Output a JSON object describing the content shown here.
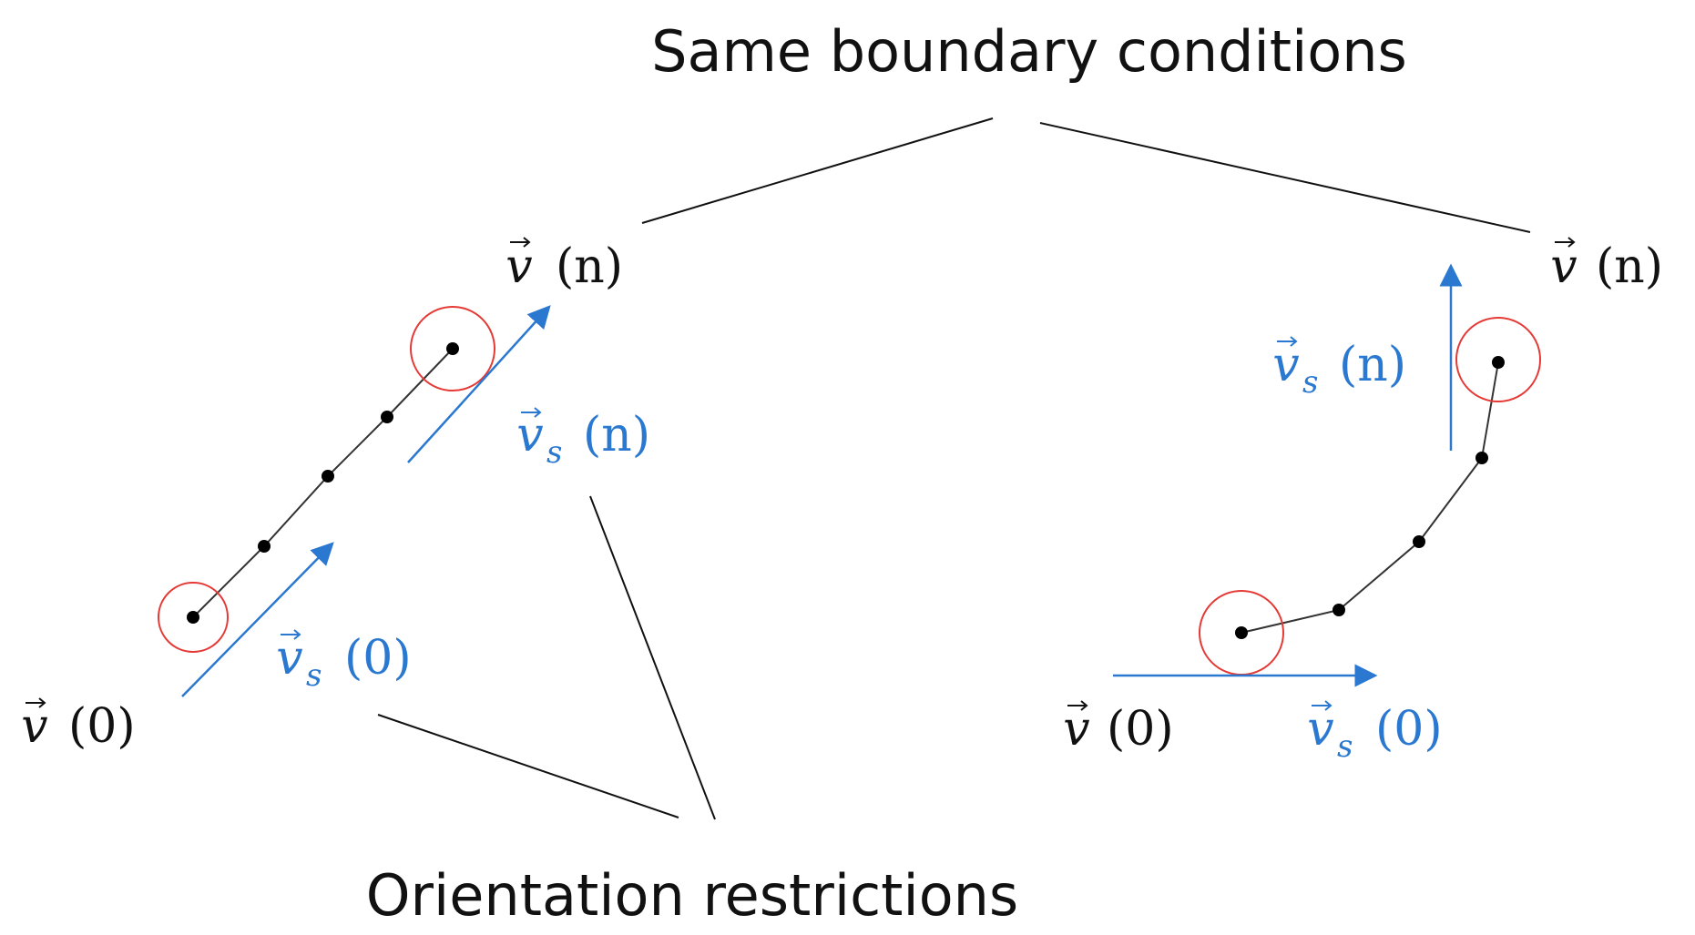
{
  "titles": {
    "top": "Same boundary conditions",
    "bottom": "Orientation restrictions"
  },
  "labels": {
    "left": {
      "v_n": "v",
      "v_n_arg": "(n)",
      "v_0": "v",
      "v_0_arg": "(0)",
      "vs_n": "v",
      "vs_n_sub": "s",
      "vs_n_arg": "(n)",
      "vs_0": "v",
      "vs_0_sub": "s",
      "vs_0_arg": "(0)"
    },
    "right": {
      "v_n": "v",
      "v_n_arg": "(n)",
      "v_0": "v",
      "v_0_arg": "(0)",
      "vs_n": "v",
      "vs_n_sub": "s",
      "vs_n_arg": "(n)",
      "vs_0": "v",
      "vs_0_sub": "s",
      "vs_0_arg": "(0)"
    }
  },
  "colors": {
    "text": "#111111",
    "vector": "#2a78d0",
    "circle": "#e53935",
    "line": "#111111"
  }
}
